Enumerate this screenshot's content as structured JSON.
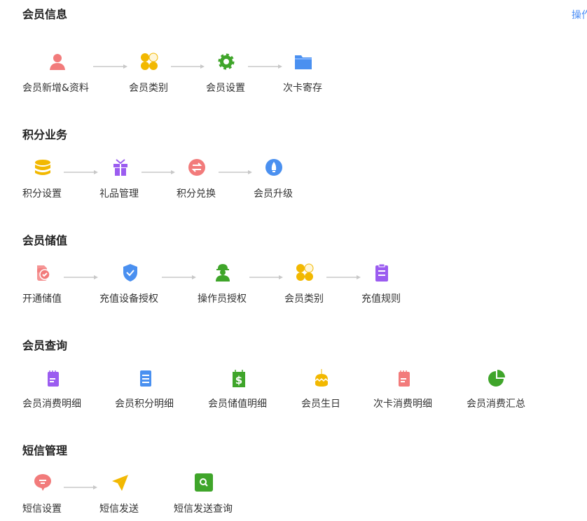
{
  "help_link": "操作",
  "colors": {
    "red": "#f27b7b",
    "yellow": "#f2b800",
    "green": "#3fa52a",
    "blue": "#4a90f0",
    "purple": "#9b5cf0",
    "arrow": "#c8c8c8"
  },
  "sections": [
    {
      "title": "会员信息",
      "flow": true,
      "items": [
        {
          "label": "会员新增&资料",
          "icon": "user-icon"
        },
        {
          "label": "会员类别",
          "icon": "clover-icon"
        },
        {
          "label": "会员设置",
          "icon": "gear-icon"
        },
        {
          "label": "次卡寄存",
          "icon": "folder-icon"
        }
      ]
    },
    {
      "title": "积分业务",
      "flow": true,
      "items": [
        {
          "label": "积分设置",
          "icon": "coins-icon"
        },
        {
          "label": "礼品管理",
          "icon": "gift-icon"
        },
        {
          "label": "积分兑换",
          "icon": "exchange-icon"
        },
        {
          "label": "会员升级",
          "icon": "rocket-icon"
        }
      ]
    },
    {
      "title": "会员储值",
      "flow": true,
      "items": [
        {
          "label": "开通储值",
          "icon": "card-check-icon"
        },
        {
          "label": "充值设备授权",
          "icon": "shield-check-icon"
        },
        {
          "label": "操作员授权",
          "icon": "operator-icon"
        },
        {
          "label": "会员类别",
          "icon": "clover-icon"
        },
        {
          "label": "充值规则",
          "icon": "clipboard-icon"
        }
      ]
    },
    {
      "title": "会员查询",
      "flow": false,
      "items": [
        {
          "label": "会员消费明细",
          "icon": "notepad-purple-icon"
        },
        {
          "label": "会员积分明细",
          "icon": "document-icon"
        },
        {
          "label": "会员储值明细",
          "icon": "dollar-note-icon"
        },
        {
          "label": "会员生日",
          "icon": "cake-icon"
        },
        {
          "label": "次卡消费明细",
          "icon": "notepad-red-icon"
        },
        {
          "label": "会员消费汇总",
          "icon": "pie-chart-icon"
        }
      ]
    },
    {
      "title": "短信管理",
      "flow": "partial",
      "items": [
        {
          "label": "短信设置",
          "icon": "chat-bubble-icon"
        },
        {
          "label": "短信发送",
          "icon": "paper-plane-icon"
        },
        {
          "label": "短信发送查询",
          "icon": "search-icon"
        }
      ]
    }
  ]
}
